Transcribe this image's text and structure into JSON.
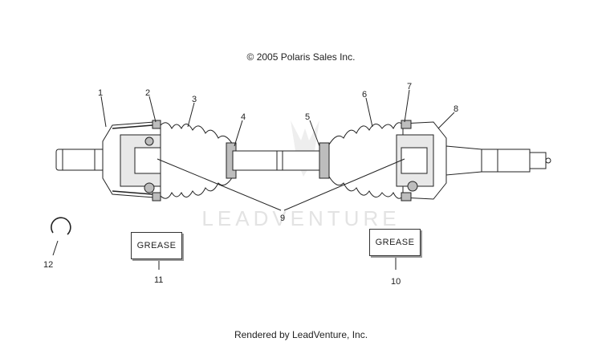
{
  "copyright": "© 2005 Polaris Sales Inc.",
  "footer": "Rendered by LeadVenture, Inc.",
  "watermark": "LEADVENTURE",
  "grease_labels": {
    "left": "GREASE",
    "right": "GREASE"
  },
  "callouts": [
    "1",
    "2",
    "3",
    "4",
    "5",
    "6",
    "7",
    "8",
    "9",
    "10",
    "11",
    "12"
  ],
  "colors": {
    "line": "#222222",
    "watermark": "#e0e0e0"
  }
}
